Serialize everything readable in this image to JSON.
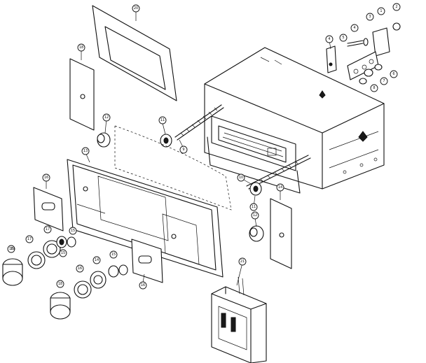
{
  "diagram": {
    "type": "exploded-parts-diagram",
    "subject": "in-dash car radio / cassette player assembly",
    "parts": [
      {
        "id": "bezel-gasket",
        "callout": "20"
      },
      {
        "id": "left-knob-panel-18",
        "callout": "18"
      },
      {
        "id": "left-knob-panel-16",
        "callout": "16"
      },
      {
        "id": "left-shaft-bushing",
        "callout": "12"
      },
      {
        "id": "left-shaft-nut",
        "callout": "11"
      },
      {
        "id": "left-stud",
        "callout": "9"
      },
      {
        "id": "right-shaft-bushing",
        "callout": "12"
      },
      {
        "id": "right-shaft-nut",
        "callout": "11"
      },
      {
        "id": "right-stud",
        "callout": "10"
      },
      {
        "id": "right-knob-panel",
        "callout": "14"
      },
      {
        "id": "faceplate",
        "callout": "13"
      },
      {
        "id": "front-panel-16",
        "callout": "16"
      },
      {
        "id": "bottom-knob-panel",
        "callout": "16"
      },
      {
        "id": "cassette-mechanism",
        "callout": "21"
      },
      {
        "id": "rear-bracket",
        "callout": "1"
      },
      {
        "id": "rear-screw",
        "callout": "3"
      },
      {
        "id": "rear-washer",
        "callout": "4"
      },
      {
        "id": "rear-nut-5",
        "callout": "5"
      },
      {
        "id": "rear-nut-6",
        "callout": "6"
      },
      {
        "id": "rear-washer-7",
        "callout": "7"
      },
      {
        "id": "rear-washer-8",
        "callout": "8"
      },
      {
        "id": "rear-clip",
        "callout": "2"
      },
      {
        "id": "rear-tab",
        "callout": "4"
      },
      {
        "id": "knob-19",
        "callout": "19"
      },
      {
        "id": "knob-ring-17",
        "callout": "17"
      },
      {
        "id": "knob-ring-17b",
        "callout": "17"
      },
      {
        "id": "knob-washer-15",
        "callout": "15"
      },
      {
        "id": "knob-washer-15b",
        "callout": "15"
      },
      {
        "id": "knob-18",
        "callout": "18"
      },
      {
        "id": "knob-16",
        "callout": "16"
      },
      {
        "id": "knob-14",
        "callout": "14"
      },
      {
        "id": "knob-15c",
        "callout": "15"
      }
    ]
  }
}
